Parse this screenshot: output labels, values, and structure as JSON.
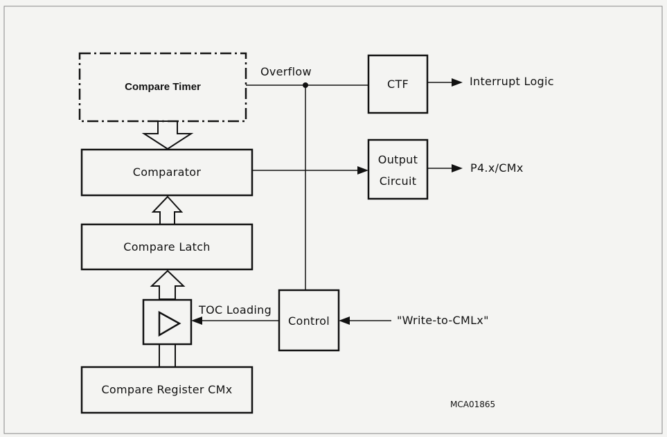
{
  "diagram": {
    "blocks": {
      "compare_timer": "Compare Timer",
      "comparator": "Comparator",
      "compare_latch": "Compare Latch",
      "compare_register": "Compare Register CMx",
      "ctf": "CTF",
      "output_circuit_line1": "Output",
      "output_circuit_line2": "Circuit",
      "control": "Control"
    },
    "signals": {
      "overflow": "Overflow",
      "interrupt_logic": "Interrupt Logic",
      "port_output": "P4.x/CMx",
      "toc_loading": "TOC Loading",
      "write_to_cmlx": "\"Write-to-CMLx\""
    },
    "figure_id": "MCA01865",
    "colors": {
      "ink": "#111111",
      "background": "#f4f4f2"
    }
  }
}
